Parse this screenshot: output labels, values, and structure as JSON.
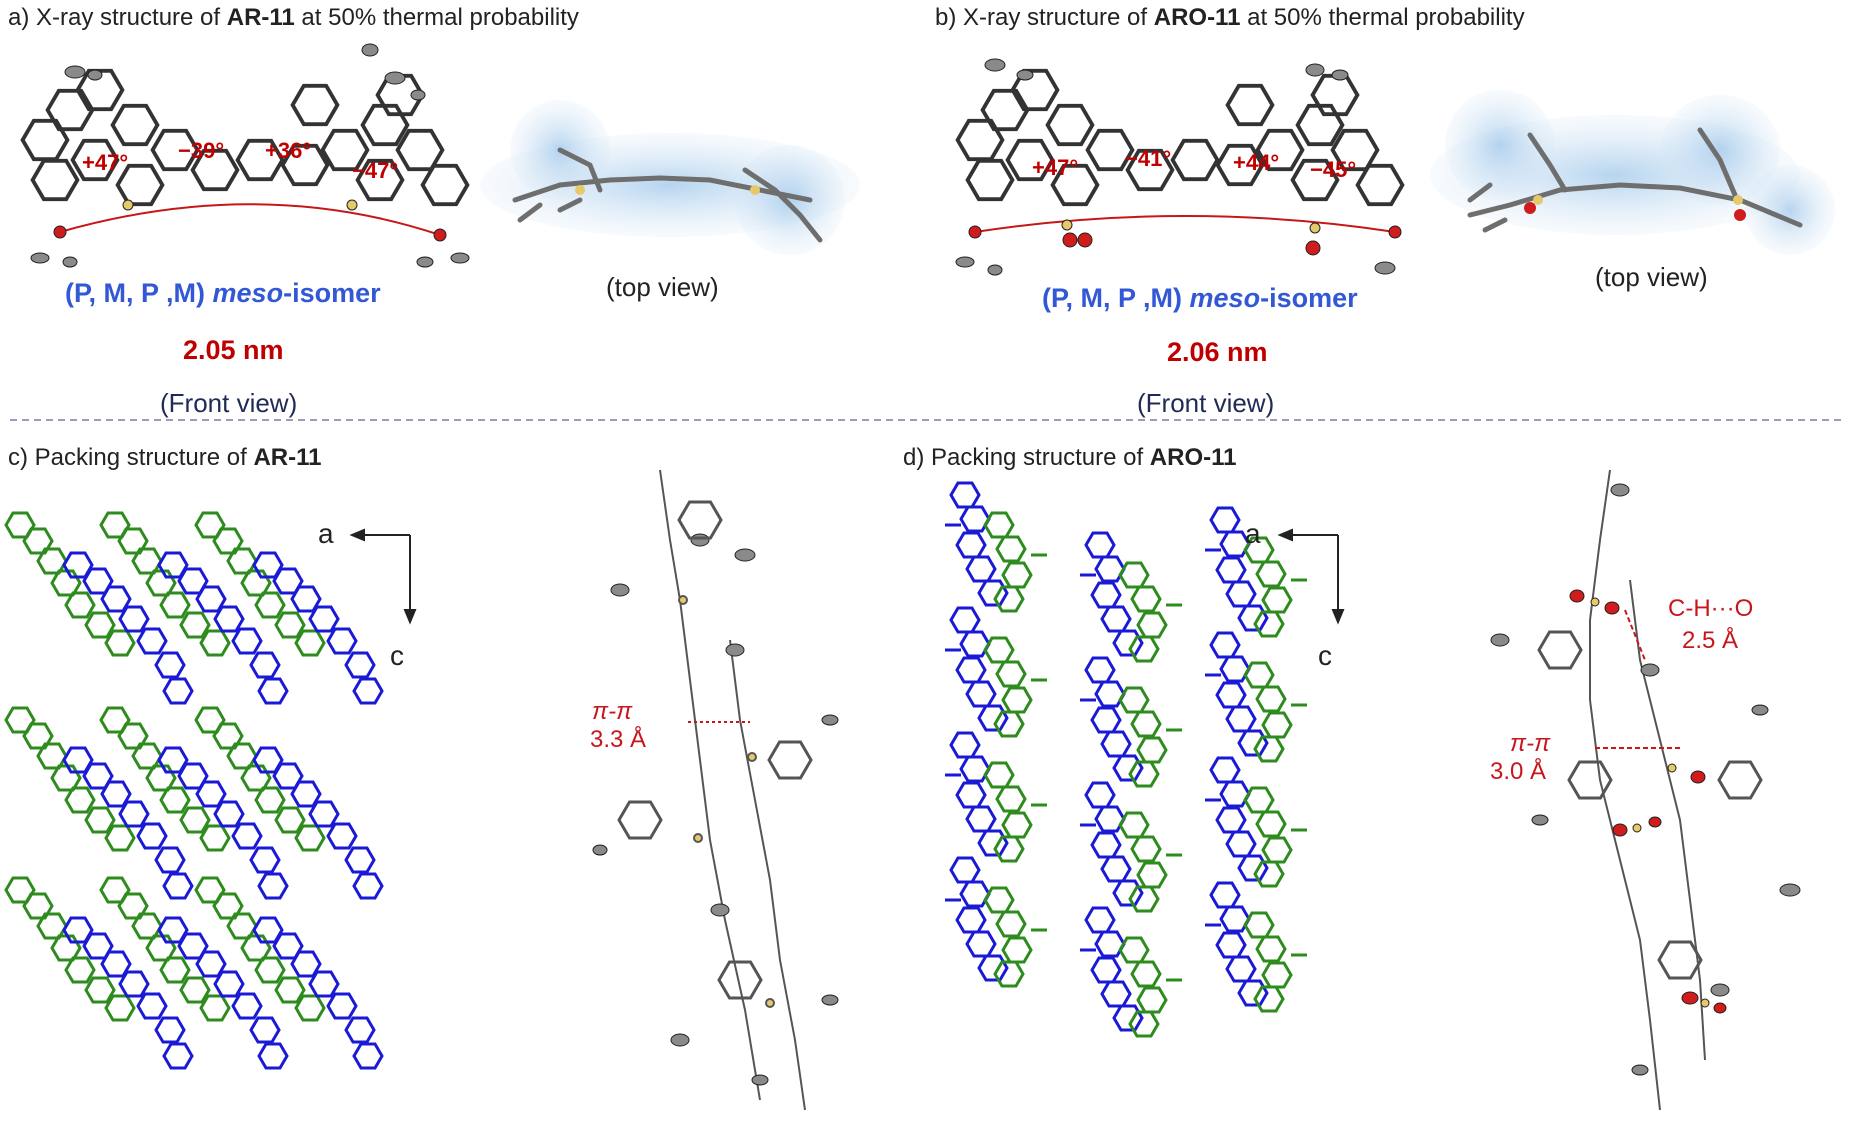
{
  "panels": {
    "a": {
      "prefix": "a) X-ray structure of ",
      "compound": "AR-11",
      "suffix": " at 50% thermal probability",
      "isomer_prefix": "(P, M, P ,M) ",
      "isomer_italic": "meso",
      "isomer_suffix": "-isomer",
      "length": "2.05 nm",
      "front_view": "(Front view)",
      "top_view": "(top view)",
      "angles": [
        "+47°",
        "−39°",
        "+36°",
        "−47°"
      ]
    },
    "b": {
      "prefix": "b) X-ray structure of ",
      "compound": "ARO-11",
      "suffix": " at 50% thermal probability",
      "isomer_prefix": "(P, M, P ,M) ",
      "isomer_italic": "meso",
      "isomer_suffix": "-isomer",
      "length": "2.06 nm",
      "front_view": "(Front view)",
      "top_view": "(top view)",
      "angles": [
        "+47°",
        "−41°",
        "+44°",
        "−45°"
      ]
    },
    "c": {
      "prefix": "c) Packing structure of ",
      "compound": "AR-11",
      "axis_a": "a",
      "axis_c": "c",
      "pi_label": "π-π",
      "pi_distance": "3.3 Å"
    },
    "d": {
      "prefix": "d) Packing structure of ",
      "compound": "ARO-11",
      "axis_a": "a",
      "axis_c": "c",
      "pi_label": "π-π",
      "pi_distance": "3.0 Å",
      "ch_label": "C-H···O",
      "ch_distance": "2.5 Å"
    }
  },
  "colors": {
    "angle_red": "#c00000",
    "isomer_blue": "#3358d6",
    "packing_green": "#2e8b1e",
    "packing_blue": "#1a1ad6",
    "divider": "#7a7aa8"
  }
}
